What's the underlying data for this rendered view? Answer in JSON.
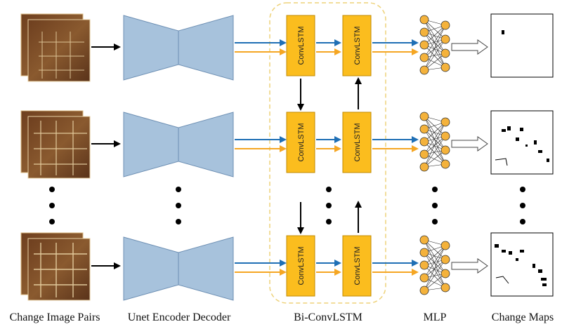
{
  "captions": {
    "inputs": "Change Image Pairs",
    "encoder": "Unet Encoder Decoder",
    "bilstm": "Bi-ConvLSTM",
    "mlp": "MLP",
    "outputs": "Change Maps"
  },
  "cell_label": "ConvLSTM",
  "colors": {
    "encoder_fill": "#a7c2dc",
    "encoder_stroke": "#6d8fb3",
    "lstm_fill": "#fbbd1e",
    "lstm_stroke": "#c28a00",
    "forward_arrow": "#1f6fb5",
    "backward_arrow": "#f5a623",
    "dashed_box": "#eed27a",
    "mlp_node": "#f4b23b"
  }
}
